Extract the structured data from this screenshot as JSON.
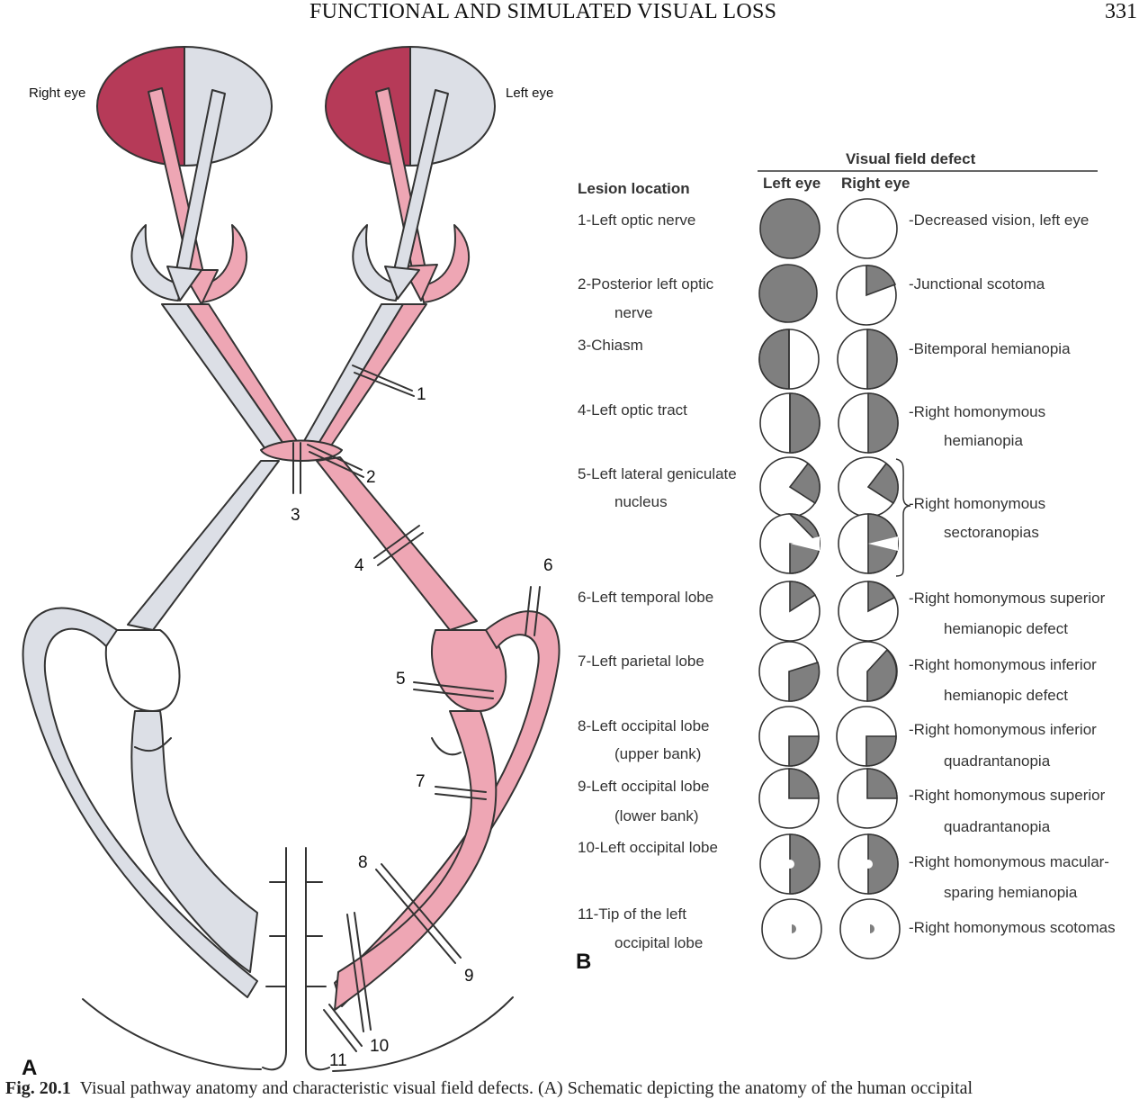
{
  "header": {
    "title": "FUNCTIONAL AND SIMULATED VISUAL LOSS",
    "page_number": "331"
  },
  "panel_a": {
    "letter": "A",
    "right_eye_label": "Right eye",
    "left_eye_label": "Left eye",
    "lesion_numbers": [
      "1",
      "2",
      "3",
      "4",
      "5",
      "6",
      "7",
      "8",
      "9",
      "10",
      "11"
    ]
  },
  "panel_b": {
    "letter": "B",
    "table_header": "Visual field defect",
    "col_location": "Lesion location",
    "col_left_eye": "Left eye",
    "col_right_eye": "Right eye",
    "rows": [
      {
        "loc1": "1-Left optic nerve",
        "loc2": "",
        "desc1": "-Decreased vision, left eye",
        "desc2": ""
      },
      {
        "loc1": "2-Posterior left optic",
        "loc2": "nerve",
        "desc1": "-Junctional scotoma",
        "desc2": ""
      },
      {
        "loc1": "3-Chiasm",
        "loc2": "",
        "desc1": "-Bitemporal hemianopia",
        "desc2": ""
      },
      {
        "loc1": "4-Left optic tract",
        "loc2": "",
        "desc1": "-Right homonymous",
        "desc2": "hemianopia"
      },
      {
        "loc1": "5-Left lateral geniculate",
        "loc2": "nucleus",
        "desc1": "-Right homonymous",
        "desc2": "sectoranopias"
      },
      {
        "loc1": "6-Left temporal lobe",
        "loc2": "",
        "desc1": "-Right homonymous superior",
        "desc2": "hemianopic defect"
      },
      {
        "loc1": "7-Left parietal lobe",
        "loc2": "",
        "desc1": "-Right homonymous inferior",
        "desc2": "hemianopic defect"
      },
      {
        "loc1": "8-Left occipital lobe",
        "loc2": "(upper bank)",
        "desc1": "-Right homonymous inferior",
        "desc2": "quadrantanopia"
      },
      {
        "loc1": "9-Left occipital lobe",
        "loc2": "(lower bank)",
        "desc1": "-Right homonymous superior",
        "desc2": "quadrantanopia"
      },
      {
        "loc1": "10-Left occipital lobe",
        "loc2": "",
        "desc1": "-Right homonymous macular-",
        "desc2": "sparing hemianopia"
      },
      {
        "loc1": "11-Tip of the left",
        "loc2": "occipital lobe",
        "desc1": "-Right homonymous scotomas",
        "desc2": ""
      }
    ]
  },
  "caption": {
    "fig_label": "Fig. 20.1",
    "text": "Visual pathway anatomy and characteristic visual field defects. (A) Schematic depicting the anatomy of the human occipital"
  },
  "colors": {
    "pink": "#eea6b4",
    "crimson": "#b63a58",
    "grey_path": "#dcdfe6",
    "defect_grey": "#7f7f7f",
    "outline": "#333333"
  }
}
